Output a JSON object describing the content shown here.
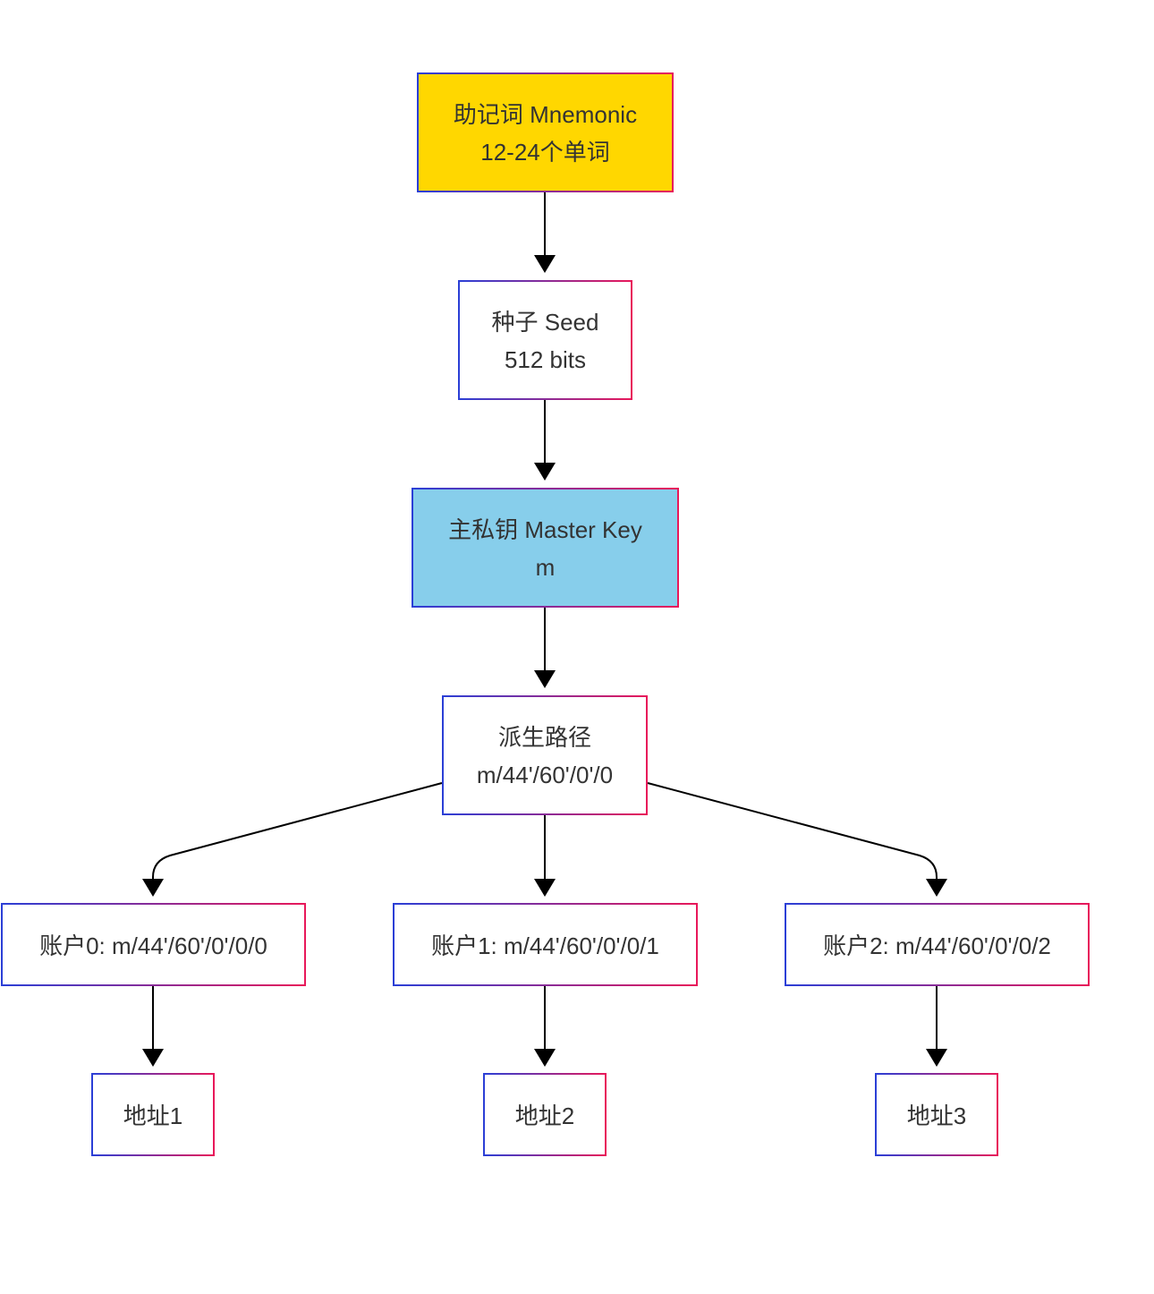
{
  "colors": {
    "border_start": "#2b3fd6",
    "border_end": "#e8185a",
    "edge": "#000000",
    "text": "#333333",
    "mnemonic_fill": "#ffd700",
    "master_fill": "#87ceeb",
    "default_fill": "#ffffff"
  },
  "nodes": {
    "mnemonic": {
      "line1": "助记词 Mnemonic",
      "line2": "12-24个单词"
    },
    "seed": {
      "line1": "种子 Seed",
      "line2": "512 bits"
    },
    "master": {
      "line1": "主私钥 Master Key",
      "line2": "m"
    },
    "path": {
      "line1": "派生路径",
      "line2": "m/44'/60'/0'/0"
    },
    "acc0": {
      "label": "账户0: m/44'/60'/0'/0/0"
    },
    "acc1": {
      "label": "账户1: m/44'/60'/0'/0/1"
    },
    "acc2": {
      "label": "账户2: m/44'/60'/0'/0/2"
    },
    "addr1": {
      "label": "地址1"
    },
    "addr2": {
      "label": "地址2"
    },
    "addr3": {
      "label": "地址3"
    }
  },
  "edges": [
    {
      "from": "mnemonic",
      "to": "seed"
    },
    {
      "from": "seed",
      "to": "master"
    },
    {
      "from": "master",
      "to": "path"
    },
    {
      "from": "path",
      "to": "acc0"
    },
    {
      "from": "path",
      "to": "acc1"
    },
    {
      "from": "path",
      "to": "acc2"
    },
    {
      "from": "acc0",
      "to": "addr1"
    },
    {
      "from": "acc1",
      "to": "addr2"
    },
    {
      "from": "acc2",
      "to": "addr3"
    }
  ]
}
